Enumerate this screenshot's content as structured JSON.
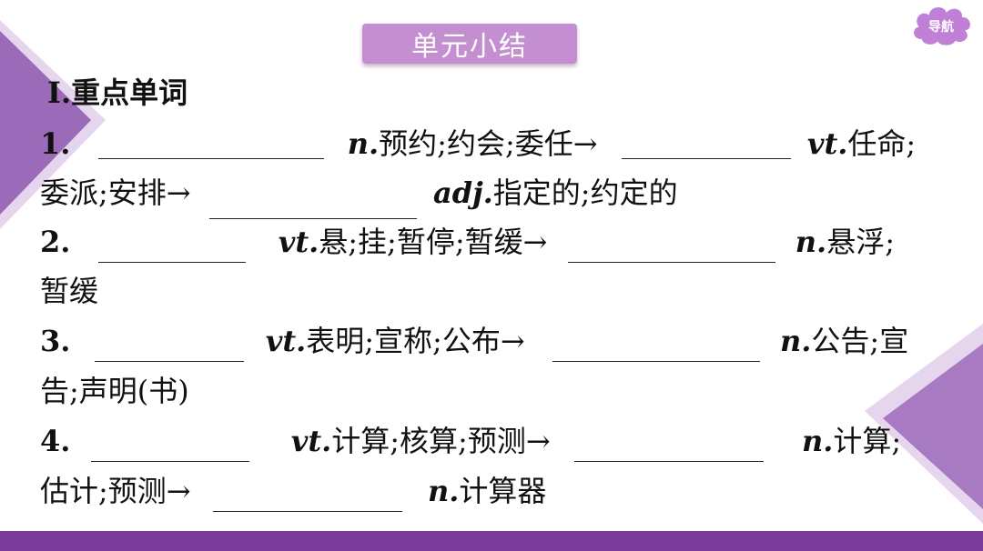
{
  "header": {
    "title": "单元小结",
    "nav_label": "导航"
  },
  "section": {
    "heading": "Ⅰ.重点单词"
  },
  "items": [
    {
      "num": "1.",
      "pos1": "n.",
      "text1": "预约;约会;委任→",
      "pos2": "vt.",
      "text2": "任命;",
      "line2_text1": "委派;安排→",
      "pos3": "adj.",
      "text3": "指定的;约定的"
    },
    {
      "num": "2.",
      "pos1": "vt.",
      "text1": "悬;挂;暂停;暂缓→",
      "pos2": "n.",
      "text2": "悬浮;",
      "line2_text1": "暂缓"
    },
    {
      "num": "3.",
      "pos1": "vt.",
      "text1": "表明;宣称;公布→",
      "pos2": "n.",
      "text2": "公告;宣",
      "line2_text1": "告;声明(书)"
    },
    {
      "num": "4.",
      "pos1": "vt.",
      "text1": "计算;核算;预测→",
      "pos2": "n.",
      "text2": "计算;",
      "line2_text1": "估计;预测→",
      "pos3": "n.",
      "text3": "计算器"
    }
  ],
  "colors": {
    "title_bg": "#c48fd0",
    "bottom_bar": "#7a3b9a",
    "nav_bg": "#c080d8",
    "deco_purple": "#9b6ab8",
    "deco_light": "#e3d3ec"
  }
}
